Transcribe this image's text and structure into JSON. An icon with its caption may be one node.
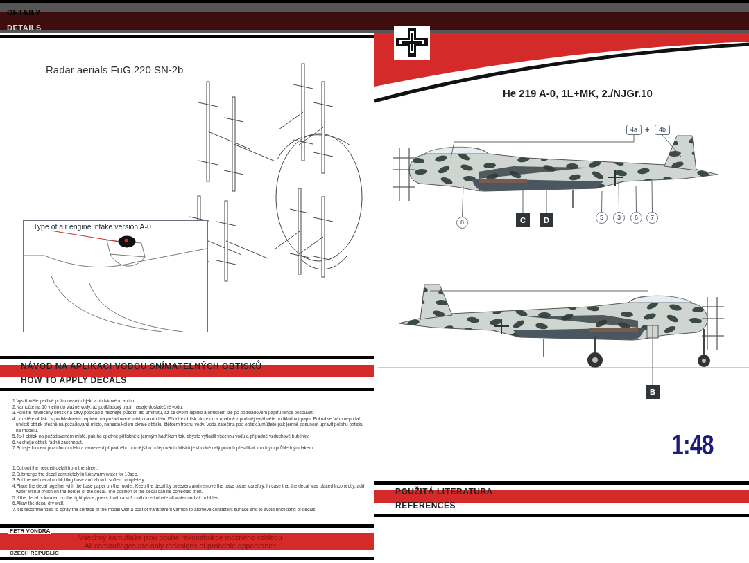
{
  "diagram": {
    "nodes": [
      {
        "text": [
          "Type of air engine intake version A-0"
        ]
      },
      {
        "text": [],
        "shape": "picture",
        "in": 0
      },
      {
        "text": [
          "4a"
        ]
      },
      {
        "text": [
          "4b"
        ]
      },
      {
        "text": [
          "8"
        ]
      },
      {
        "text": [
          "C"
        ]
      },
      {
        "text": [
          "D"
        ]
      },
      {
        "text": [
          "5"
        ]
      },
      {
        "text": [
          "3"
        ]
      },
      {
        "text": [
          "6"
        ]
      },
      {
        "text": [
          "7"
        ]
      },
      {
        "text": [
          "B"
        ]
      }
    ],
    "edges": [
      {
        "from": 0,
        "to": 1,
        "arrow": "none",
        "color": "#d42a2a"
      },
      {
        "from": 2,
        "to": null,
        "arrow": "none"
      },
      {
        "from": 3,
        "to": null,
        "arrow": "none"
      },
      {
        "from": 4,
        "to": null,
        "arrow": "none"
      },
      {
        "from": 5,
        "to": null,
        "arrow": "none"
      },
      {
        "from": 6,
        "to": null,
        "arrow": "none"
      },
      {
        "from": 7,
        "to": null,
        "arrow": "none"
      },
      {
        "from": 8,
        "to": null,
        "arrow": "none"
      },
      {
        "from": 9,
        "to": null,
        "arrow": "none"
      },
      {
        "from": 10,
        "to": null,
        "arrow": "none"
      },
      {
        "from": 11,
        "to": null,
        "arrow": "none"
      }
    ],
    "labels": [
      "DETAILY",
      "DETAILS",
      "Radar aerials FuG 220 SN-2b",
      "He 219 A-0, 1L+MK, 2./NJGr.10",
      "+",
      "NÁVOD NA APLIKACI VODOU SNÍMATELNÝCH OBTISKŮ",
      "HOW TO APPLY DECALS",
      "1.Vystřihněte pečlivě požadovaný objekt z obtiskového archu.",
      "2.Namočte na 10 vteřin do vlažné vody, až podkladový papír nasaje dostatečně vodu.",
      "3.Položte navlhčený obtisk na savý podklad a nechejte působit asi 1minutu, až se uvolní lepidlo a obtiskem lze po podkladovém papíru lehce posouvat.",
      "4.Umístěte obtisk i s podkladovým papírem na požadované místo na modelu. Přidržte obtisk pinzetou a opatrně z pod něj vytáhněte podkladový papír. Pokud se Vám nepodaří umístit obtisk přesně na požadované místo, naneste kolem okraje obtisku štětcem trochu vody. Voda zatečína pod obtisk a můžete pak jemně posunout upravit polohu obtisku na modelu.",
      "5.Je-li obtisk na požadovaném místě, pak ho opatrně přitiskněte jemným hadříkem tak, abyste vytlačili všechnu vodu a případné vzduchové bublinky.",
      "6.Nechejte obtisk řádně zaschnout.",
      "7.Pro sjednocení povrchu modelu a zamezení případného pozdějšího odlepování obtisků je vhodné celý povrch přestříkat vhodným průhledným lakem.",
      "1.Cut out the needed detail from the sheet.",
      "2.Submerge the decal completely in lukewarm water for 10sec.",
      "3.Put the wet decal on blotting base and allow it soften completely.",
      "4.Place the decal together with the base paper on the model. Keep the decal by tweezers and remove the base paper carefuly. In case that the decal was placed incorrectly, add water with a brush on the border of the decal. The position of the decal can be corrected then.",
      "5.If the decal is located on the right place, press it with a soft cloth to eliminate all water and air bubbles.",
      "6.Allow the decal dry well.",
      "7.It is recommended to spray the surface of the model with a coat of transparent varnish to archieve consistent surface and to avoid unsticking of decals.",
      "1:48",
      "POUŽITÁ LITERATURA",
      "REFERENCES",
      "PETR VONDRA",
      "CZECH REPUBLIC",
      "Všechny kamufláže jsou pouhé rekonstrukce možného vzhledu",
      "All camouflages are only redesigns of probable appearance"
    ]
  }
}
